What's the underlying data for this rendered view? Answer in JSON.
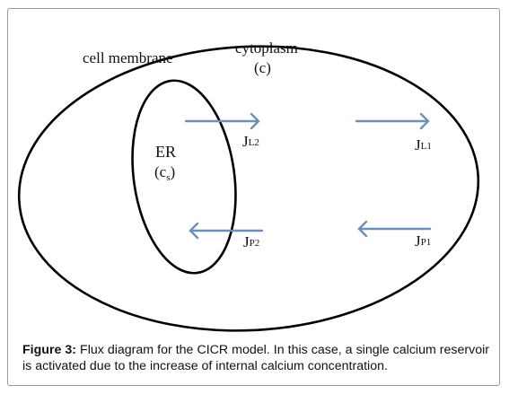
{
  "labels": {
    "cell_membrane": "cell membrane",
    "cytoplasm": "cytoplasm",
    "cytoplasm_symbol": "(c)",
    "er": "ER",
    "er_symbol_open": "(c",
    "er_symbol_sub": "s",
    "er_symbol_close": ")",
    "jl2_main": "J",
    "jl2_sub": "L2",
    "jl1_main": "J",
    "jl1_sub": "L1",
    "jp2_main": "J",
    "jp2_sub": "P2",
    "jp1_main": "J",
    "jp1_sub": "P1"
  },
  "caption": {
    "label": "Figure 3:",
    "text": " Flux diagram for the CICR model. In this case, a single calcium reservoir is activated due to the increase of internal calcium concentration."
  },
  "colors": {
    "arrow": "#6f8fb5",
    "outline": "#000000",
    "frame": "#9a9a9a"
  }
}
